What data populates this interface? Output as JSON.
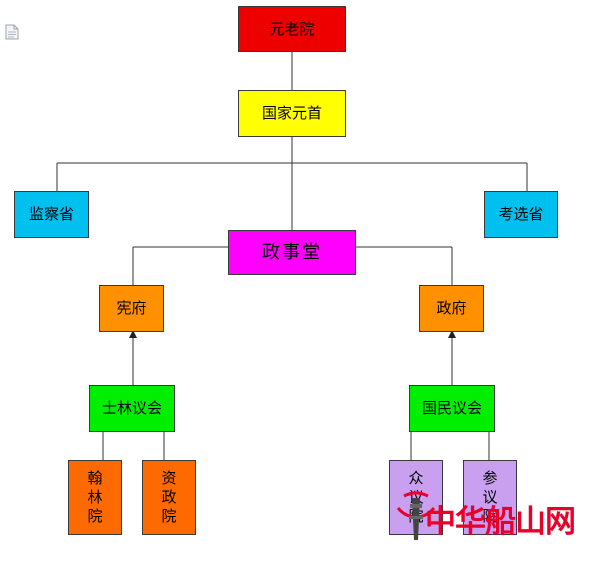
{
  "nodes": {
    "yuanlaoyuan": {
      "label": "元老院",
      "color": "#ee0000"
    },
    "guojiayuanshou": {
      "label": "国家元首",
      "color": "#ffff00"
    },
    "jianchasheng": {
      "label": "监察省",
      "color": "#00c0f0"
    },
    "kaoxuansheng": {
      "label": "考选省",
      "color": "#00c0f0"
    },
    "zhengshitang": {
      "label": "政事堂",
      "color": "#ff00ff"
    },
    "xianfu": {
      "label": "宪府",
      "color": "#ff9000"
    },
    "zhengfu": {
      "label": "政府",
      "color": "#ff9000"
    },
    "shilinyihui": {
      "label": "士林议会",
      "color": "#00ee00"
    },
    "guominyihui": {
      "label": "国民议会",
      "color": "#00ee00"
    },
    "hanlinyuan": {
      "label": "翰林院",
      "chars": [
        "翰",
        "林",
        "院"
      ],
      "color": "#ff6a00"
    },
    "zizhengyuan": {
      "label": "资政院",
      "chars": [
        "资",
        "政",
        "院"
      ],
      "color": "#ff6a00"
    },
    "zhongyiyuan": {
      "label": "众议院",
      "chars": [
        "众",
        "议",
        "院"
      ],
      "color": "#c9a0f0"
    },
    "canyiyuan": {
      "label": "参议院",
      "chars": [
        "参",
        "议",
        "院"
      ],
      "color": "#c9a0f0"
    }
  },
  "watermark": {
    "text": "中华船山网"
  },
  "icons": {
    "corner": "document-icon",
    "watermark_logo": "tower-logo-icon"
  }
}
